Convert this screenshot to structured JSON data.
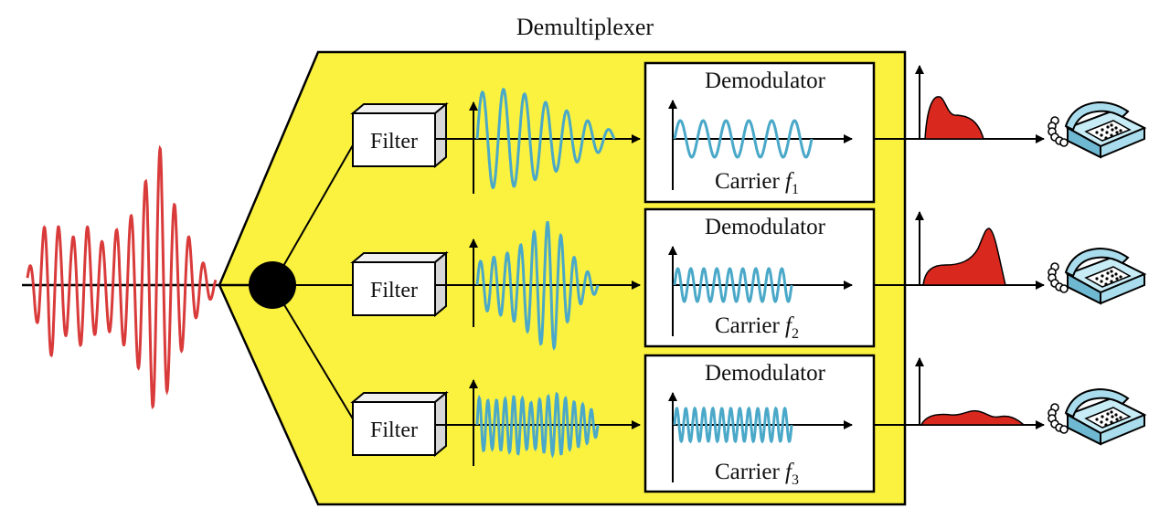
{
  "title": "Demultiplexer",
  "filter_label": "Filter",
  "channels": [
    {
      "demodulator_label": "Demodulator",
      "carrier_label": "Carrier ",
      "carrier_symbol": "f",
      "carrier_subscript": "1"
    },
    {
      "demodulator_label": "Demodulator",
      "carrier_label": "Carrier ",
      "carrier_symbol": "f",
      "carrier_subscript": "2"
    },
    {
      "demodulator_label": "Demodulator",
      "carrier_label": "Carrier ",
      "carrier_symbol": "f",
      "carrier_subscript": "3"
    }
  ],
  "colors": {
    "housing_fill": "#fbf23f",
    "input_signal": "#d93a3a",
    "filtered_wave": "#4aa8c8",
    "output_fill": "#d9281e",
    "line": "#000000"
  },
  "icons": [
    "filter-box-icon",
    "splitter-node-icon",
    "telephone-icon"
  ]
}
